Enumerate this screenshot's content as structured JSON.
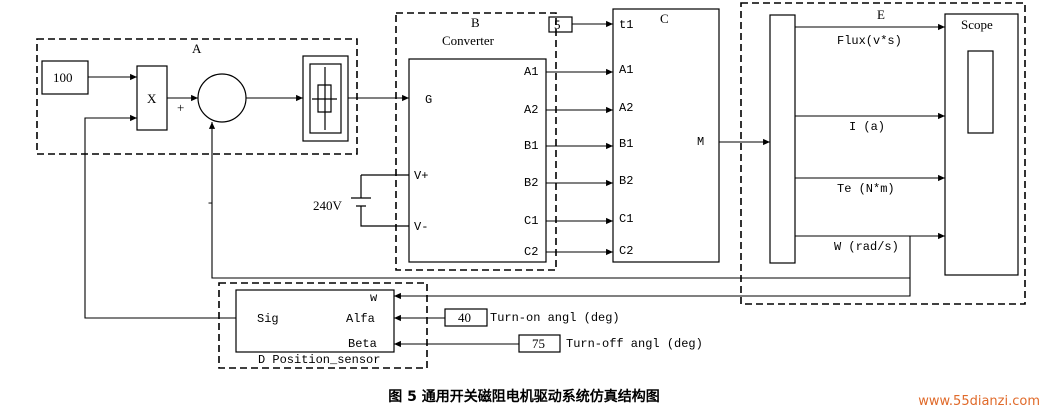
{
  "groups": {
    "a": "A",
    "b": "B",
    "b_title": "Converter",
    "c": "C",
    "d": "D Position_sensor",
    "e": "E"
  },
  "constants": {
    "c100": "100",
    "c5": "5",
    "c40": "40",
    "c75": "75"
  },
  "ops": {
    "mult": "X",
    "plus": "+",
    "minus": "-"
  },
  "converter_ports": {
    "g": "G",
    "vplus": "V+",
    "vminus": "V-",
    "a1": "A1",
    "a2": "A2",
    "b1": "B1",
    "b2": "B2",
    "c1": "C1",
    "c2": "C2"
  },
  "motor_ports": {
    "t1": "t1",
    "a1": "A1",
    "a2": "A2",
    "b1": "B1",
    "b2": "B2",
    "c1": "C1",
    "c2": "C2",
    "m": "M"
  },
  "source": "240V",
  "sensor_ports": {
    "w": "w",
    "sig": "Sig",
    "alfa": "Alfa",
    "beta": "Beta"
  },
  "turn_on": "Turn-on angl (deg)",
  "turn_off": "Turn-off angl (deg)",
  "signals": {
    "flux": "Flux(v*s)",
    "current": "I (a)",
    "torque": "Te (N*m)",
    "speed": "W (rad/s)"
  },
  "scope": "Scope",
  "caption": "图 5 通用开关磁阻电机驱动系统仿真结构图",
  "watermark": "www.55dianzi.com"
}
